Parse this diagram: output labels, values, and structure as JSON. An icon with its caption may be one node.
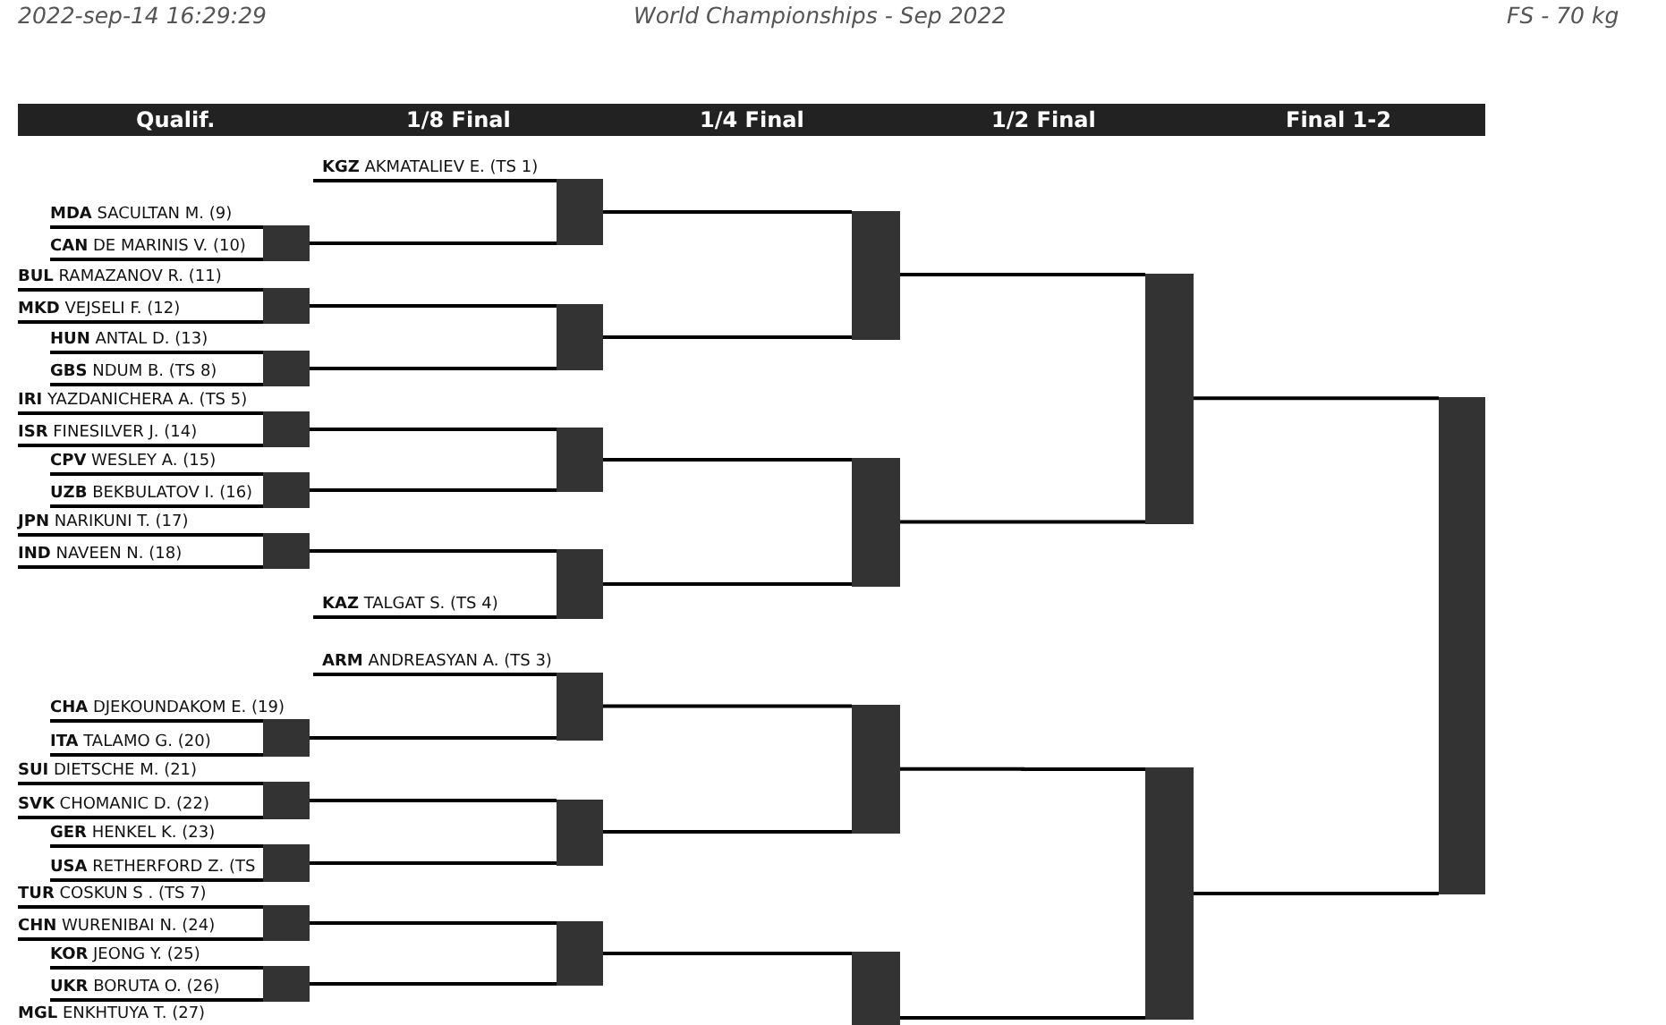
{
  "diagram": {
    "title": "World Championships - Sep 2022",
    "nodes": [
      {
        "text": [
          "Qualif.",
          "1/8 Final",
          "1/4 Final",
          "1/2 Final",
          "Final 1-2"
        ]
      },
      {
        "text": [
          "**KGZ** AKMATALIEV E. (TS 1)"
        ]
      },
      {
        "text": [
          "**MDA** SACULTAN M. (9)"
        ]
      },
      {
        "text": [
          "**CAN** DE MARINIS V. (10)"
        ]
      },
      {
        "text": [
          "**BUL** RAMAZANOV R. (11)"
        ]
      },
      {
        "text": [
          "**MKD** VEJSELI F. (12)"
        ]
      },
      {
        "text": [
          "**HUN** ANTAL D. (13)"
        ]
      },
      {
        "text": [
          "**GBS** NDUM B. (TS 8)"
        ]
      },
      {
        "text": [
          "**IRI** YAZDANICHERA A. (TS 5)"
        ]
      },
      {
        "text": [
          "**ISR** FINESILVER J. (14)"
        ]
      },
      {
        "text": [
          "**CPV** WESLEY A. (15)"
        ]
      },
      {
        "text": [
          "**UZB** BEKBULATOV I. (16)"
        ]
      },
      {
        "text": [
          "**JPN** NARIKUNI T. (17)"
        ]
      },
      {
        "text": [
          "**IND** NAVEEN N. (18)"
        ]
      },
      {
        "text": [
          "**KAZ** TALGAT S. (TS 4)"
        ]
      },
      {
        "text": [
          "**ARM** ANDREASYAN A. (TS 3)"
        ]
      },
      {
        "text": [
          "**CHA** DJEKOUNDAKOM E. (19)"
        ]
      },
      {
        "text": [
          "**ITA** TALAMO G. (20)"
        ]
      },
      {
        "text": [
          "**SUI** DIETSCHE M. (21)"
        ]
      },
      {
        "text": [
          "**SVK** CHOMANIC D. (22)"
        ]
      },
      {
        "text": [
          "**GER** HENKEL K. (23)"
        ]
      },
      {
        "text": [
          "**USA** RETHERFORD Z. (TS"
        ]
      },
      {
        "text": [
          "**TUR** COSKUN S . (TS 7)"
        ]
      },
      {
        "text": [
          "**CHN** WURENIBAI N. (24)"
        ]
      },
      {
        "text": [
          "**KOR** JEONG Y. (25)"
        ]
      },
      {
        "text": [
          "**UKR** BORUTA O. (26)"
        ]
      },
      {
        "text": [
          "**MGL** ENKHTUYA T. (27)"
        ]
      },
      {
        "text": [],
        "shape": "bar"
      },
      {
        "text": [],
        "shape": "bar"
      },
      {
        "text": [],
        "shape": "bar"
      },
      {
        "text": [],
        "shape": "bar"
      },
      {
        "text": [],
        "shape": "bar"
      },
      {
        "text": [],
        "shape": "bar"
      },
      {
        "text": [],
        "shape": "bar"
      },
      {
        "text": [],
        "shape": "bar"
      },
      {
        "text": [],
        "shape": "bar"
      },
      {
        "text": [],
        "shape": "bar"
      },
      {
        "text": [],
        "shape": "bar"
      },
      {
        "text": [],
        "shape": "bar"
      },
      {
        "text": [],
        "shape": "bar"
      },
      {
        "text": [],
        "shape": "bar"
      },
      {
        "text": [],
        "shape": "bar"
      },
      {
        "text": [],
        "shape": "bar"
      },
      {
        "text": [],
        "shape": "bar"
      },
      {
        "text": [],
        "shape": "bar"
      },
      {
        "text": [],
        "shape": "bar"
      },
      {
        "text": [],
        "shape": "bar"
      },
      {
        "text": [],
        "shape": "bar"
      },
      {
        "text": [],
        "shape": "bar"
      },
      {
        "text": [],
        "shape": "bar"
      },
      {
        "text": [],
        "shape": "bar"
      },
      {
        "text": [],
        "shape": "bar"
      }
    ],
    "edges": [
      {
        "from": 1,
        "to": 38,
        "arrow": "none"
      },
      {
        "from": 2,
        "to": 27,
        "arrow": "none"
      },
      {
        "from": 3,
        "to": 27,
        "arrow": "none"
      },
      {
        "from": 4,
        "to": 28,
        "arrow": "none"
      },
      {
        "from": 5,
        "to": 28,
        "arrow": "none"
      },
      {
        "from": 6,
        "to": 29,
        "arrow": "none"
      },
      {
        "from": 7,
        "to": 29,
        "arrow": "none"
      },
      {
        "from": 8,
        "to": 30,
        "arrow": "none"
      },
      {
        "from": 9,
        "to": 30,
        "arrow": "none"
      },
      {
        "from": 10,
        "to": 31,
        "arrow": "none"
      },
      {
        "from": 11,
        "to": 31,
        "arrow": "none"
      },
      {
        "from": 12,
        "to": 32,
        "arrow": "none"
      },
      {
        "from": 13,
        "to": 32,
        "arrow": "none"
      },
      {
        "from": 14,
        "to": 41,
        "arrow": "none"
      },
      {
        "from": 15,
        "to": 42,
        "arrow": "none"
      },
      {
        "from": 16,
        "to": 33,
        "arrow": "none"
      },
      {
        "from": 17,
        "to": 33,
        "arrow": "none"
      },
      {
        "from": 18,
        "to": 34,
        "arrow": "none"
      },
      {
        "from": 19,
        "to": 34,
        "arrow": "none"
      },
      {
        "from": 20,
        "to": 35,
        "arrow": "none"
      },
      {
        "from": 21,
        "to": 35,
        "arrow": "none"
      },
      {
        "from": 22,
        "to": 36,
        "arrow": "none"
      },
      {
        "from": 23,
        "to": 36,
        "arrow": "none"
      },
      {
        "from": 24,
        "to": 37,
        "arrow": "none"
      },
      {
        "from": 25,
        "to": 37,
        "arrow": "none"
      },
      {
        "from": 27,
        "to": 38,
        "arrow": "none"
      },
      {
        "from": 28,
        "to": 39,
        "arrow": "none"
      },
      {
        "from": 29,
        "to": 39,
        "arrow": "none"
      },
      {
        "from": 30,
        "to": 40,
        "arrow": "none"
      },
      {
        "from": 31,
        "to": 40,
        "arrow": "none"
      },
      {
        "from": 32,
        "to": 41,
        "arrow": "none"
      },
      {
        "from": 33,
        "to": 42,
        "arrow": "none"
      },
      {
        "from": 34,
        "to": 43,
        "arrow": "none"
      },
      {
        "from": 35,
        "to": 43,
        "arrow": "none"
      },
      {
        "from": 36,
        "to": 44,
        "arrow": "none"
      },
      {
        "from": 37,
        "to": 44,
        "arrow": "none"
      },
      {
        "from": 38,
        "to": 45,
        "arrow": "none"
      },
      {
        "from": 39,
        "to": 45,
        "arrow": "none"
      },
      {
        "from": 40,
        "to": 46,
        "arrow": "none"
      },
      {
        "from": 41,
        "to": 46,
        "arrow": "none"
      },
      {
        "from": 42,
        "to": 47,
        "arrow": "none"
      },
      {
        "from": 43,
        "to": 47,
        "arrow": "none"
      },
      {
        "from": 44,
        "to": 48,
        "arrow": "none"
      },
      {
        "from": 45,
        "to": 49,
        "arrow": "none"
      },
      {
        "from": 46,
        "to": 49,
        "arrow": "none"
      },
      {
        "from": 47,
        "to": 50,
        "arrow": "none"
      },
      {
        "from": 48,
        "to": 50,
        "arrow": "none"
      },
      {
        "from": 49,
        "to": 51,
        "arrow": "none"
      },
      {
        "from": 50,
        "to": 51,
        "arrow": "none"
      }
    ],
    "labels": [
      "2022-sep-14 16:29:29",
      "FS - 70 kg"
    ]
  }
}
